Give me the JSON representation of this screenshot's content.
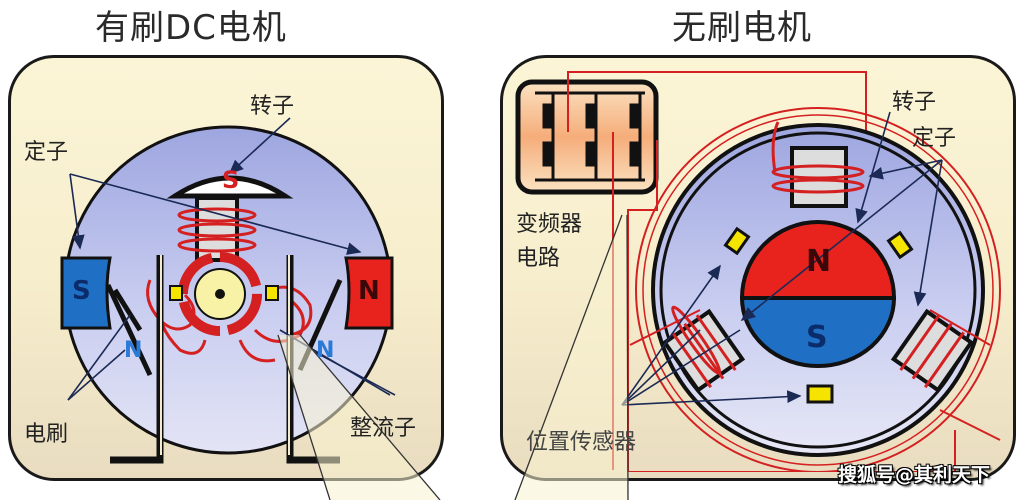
{
  "diagram": {
    "left": {
      "title": "有刷DC电机",
      "labels": {
        "rotor": "转子",
        "stator": "定子",
        "brush": "电刷",
        "commutator": "整流子"
      },
      "poles": {
        "stator_left": "S",
        "stator_right": "N",
        "rotor_top": "S",
        "rotor_left": "N",
        "rotor_right": "N"
      }
    },
    "right": {
      "title": "无刷电机",
      "labels": {
        "rotor": "转子",
        "stator": "定子",
        "inverter_line1": "变频器",
        "inverter_line2": "电路",
        "position_sensor": "位置传感器"
      },
      "poles": {
        "rotor_top": "N",
        "rotor_bottom": "S"
      }
    },
    "watermark": "搜狐号@其利天下",
    "colors": {
      "background": "#ffffff",
      "panel_fill": "#fbf5d6",
      "motor_body": "#c4c9ee",
      "north_red": "#e8231e",
      "south_blue": "#1f6fc4",
      "coil_red": "#d42020",
      "sensor_yellow": "#f4e400",
      "inverter_orange": "#f6b98a",
      "outline": "#111111"
    }
  }
}
